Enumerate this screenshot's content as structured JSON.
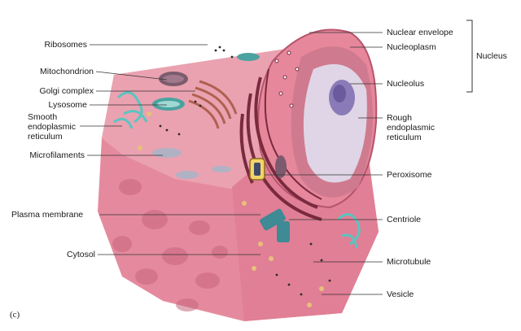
{
  "panel_letter": "(c)",
  "labels_left": [
    {
      "id": "ribosomes",
      "text": "Ribosomes"
    },
    {
      "id": "mitochondrion",
      "text": "Mitochondrion"
    },
    {
      "id": "golgi-complex",
      "text": "Golgi complex"
    },
    {
      "id": "lysosome",
      "text": "Lysosome"
    },
    {
      "id": "smooth-er",
      "text": "Smooth\nendoplasmic\nreticulum"
    },
    {
      "id": "microfilaments",
      "text": "Microfilaments"
    },
    {
      "id": "plasma-membrane",
      "text": "Plasma membrane"
    },
    {
      "id": "cytosol",
      "text": "Cytosol"
    }
  ],
  "labels_right": [
    {
      "id": "nuclear-envelope",
      "text": "Nuclear envelope"
    },
    {
      "id": "nucleoplasm",
      "text": "Nucleoplasm"
    },
    {
      "id": "nucleolus",
      "text": "Nucleolus"
    },
    {
      "id": "rough-er",
      "text": "Rough\nendoplasmic\nreticulum"
    },
    {
      "id": "peroxisome",
      "text": "Peroxisome"
    },
    {
      "id": "centriole",
      "text": "Centriole"
    },
    {
      "id": "microtubule",
      "text": "Microtubule"
    },
    {
      "id": "vesicle",
      "text": "Vesicle"
    }
  ],
  "group_label": "Nucleus",
  "colors": {
    "cell_body": "#e58a9e",
    "cell_top": "#e9a0ae",
    "cell_shadow": "#c8657d",
    "nucleus": "#e07a92",
    "nucleolus": "#8a7bb8",
    "rough_er": "#7a2a3e",
    "leader_line": "#333333"
  }
}
